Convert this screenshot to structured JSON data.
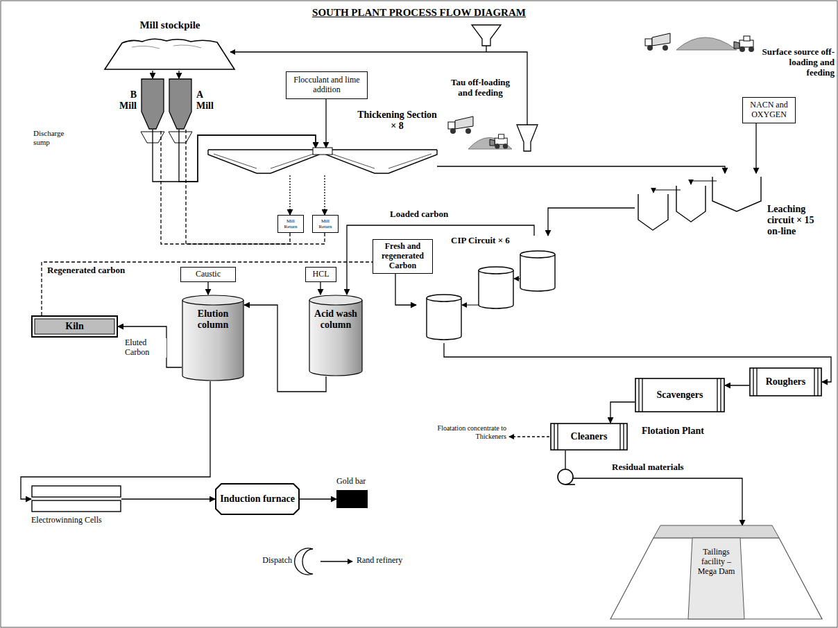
{
  "diagram": {
    "title": "SOUTH PLANT PROCESS FLOW DIAGRAM",
    "nodes": [
      {
        "text": [
          "Mill stockpile"
        ]
      },
      {
        "text": [
          "B Mill"
        ]
      },
      {
        "text": [
          "A Mill"
        ]
      },
      {
        "text": [
          "Flocculant and lime addition"
        ]
      },
      {
        "text": [
          "Thickening Section × 8"
        ]
      },
      {
        "text": [
          "Mill Return"
        ]
      },
      {
        "text": [
          "Mill Return"
        ]
      },
      {
        "text": [
          "NACN and OXYGEN"
        ]
      },
      {
        "text": [
          "Leaching circuit × 15 on-line"
        ]
      },
      {
        "text": [
          "Fresh and regenerated Carbon"
        ]
      },
      {
        "text": [
          "CIP Circuit × 6"
        ]
      },
      {
        "text": [
          "Caustic"
        ]
      },
      {
        "text": [
          "HCL"
        ]
      },
      {
        "text": [
          "Kiln"
        ]
      },
      {
        "text": [
          "Elution column"
        ]
      },
      {
        "text": [
          "Acid wash column"
        ]
      },
      {
        "text": [
          "Roughers"
        ]
      },
      {
        "text": [
          "Scavengers"
        ]
      },
      {
        "text": [
          "Cleaners"
        ]
      },
      {
        "text": [
          "Electrowinning Cells"
        ]
      },
      {
        "text": [
          "Induction furnace"
        ]
      },
      {
        "text": [
          "Gold bar"
        ]
      },
      {
        "text": [
          "Dispatch"
        ]
      },
      {
        "text": [
          "Tailings facility – Mega Dam"
        ]
      }
    ],
    "edges": [
      {
        "from": 0,
        "to": 1,
        "arrow": "to"
      },
      {
        "from": 0,
        "to": 2,
        "arrow": "to"
      },
      {
        "from": 1,
        "to": 4,
        "arrow": "to"
      },
      {
        "from": 2,
        "to": 4,
        "arrow": "to"
      },
      {
        "from": 3,
        "to": 4,
        "arrow": "to"
      },
      {
        "from": 4,
        "to": 5,
        "arrow": "to"
      },
      {
        "from": 4,
        "to": 6,
        "arrow": "to"
      },
      {
        "from": 5,
        "to": 1,
        "arrow": "none"
      },
      {
        "from": 6,
        "to": 2,
        "arrow": "none"
      },
      {
        "from": 4,
        "to": 8,
        "arrow": "to"
      },
      {
        "from": 7,
        "to": 8,
        "arrow": "to"
      },
      {
        "from": 8,
        "to": 10,
        "arrow": "to"
      },
      {
        "from": 10,
        "to": 15,
        "label": "Loaded carbon",
        "arrow": "to"
      },
      {
        "from": 9,
        "to": 10,
        "arrow": "to"
      },
      {
        "from": 12,
        "to": 15,
        "arrow": "to"
      },
      {
        "from": 15,
        "to": 14,
        "arrow": "to"
      },
      {
        "from": 11,
        "to": 14,
        "arrow": "to"
      },
      {
        "from": 14,
        "to": 13,
        "label": "Eluted Carbon",
        "arrow": "to"
      },
      {
        "from": 13,
        "to": 9,
        "label": "Regenerated carbon",
        "arrow": "none"
      },
      {
        "from": 14,
        "to": 19,
        "arrow": "to"
      },
      {
        "from": 19,
        "to": 20,
        "arrow": "to"
      },
      {
        "from": 20,
        "to": 21,
        "arrow": "to"
      },
      {
        "from": 10,
        "to": 16,
        "arrow": "to"
      },
      {
        "from": 16,
        "to": 17,
        "arrow": "to"
      },
      {
        "from": 17,
        "to": 18,
        "arrow": "to"
      },
      {
        "from": 18,
        "to": 23,
        "label": "Residual materials",
        "arrow": "to"
      }
    ],
    "labels": [
      "Discharge sump",
      "Surface source off-loading and feeding",
      "Tau off-loading and feeding",
      "Flotation Plant",
      "Floatation concentrate to Thickeners",
      "Rand refinery"
    ]
  }
}
